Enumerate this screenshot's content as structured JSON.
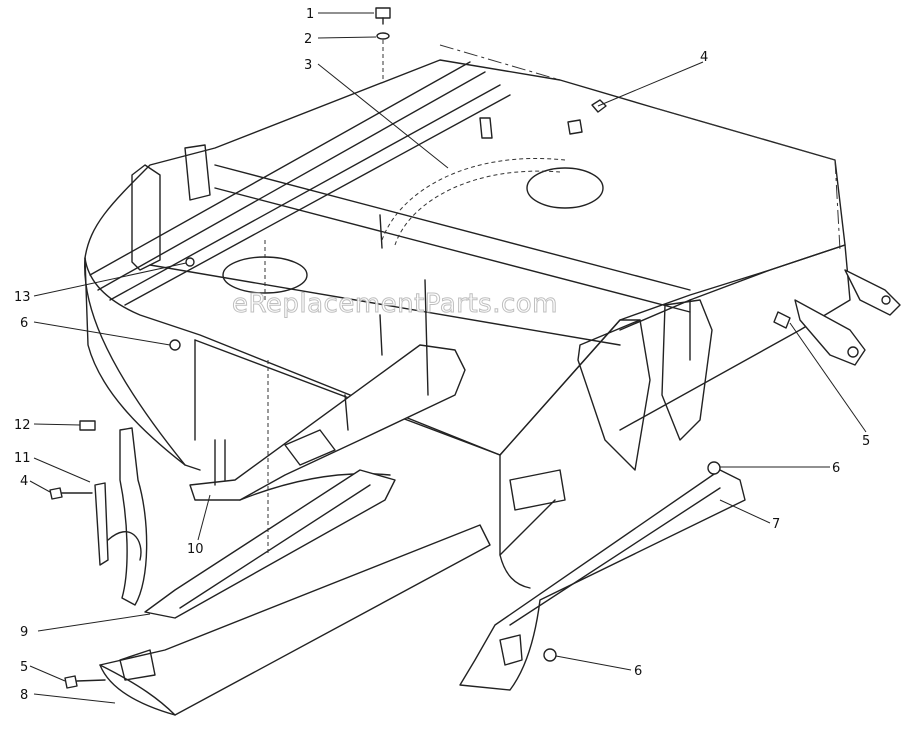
{
  "watermark": "eReplacementParts.com",
  "callouts": {
    "c1": "1",
    "c2": "2",
    "c3": "3",
    "c4a": "4",
    "c13": "13",
    "c6a": "6",
    "c12": "12",
    "c11": "11",
    "c4b": "4",
    "c10": "10",
    "c9": "9",
    "c5a": "5",
    "c8": "8",
    "c5b": "5",
    "c6b": "6",
    "c7": "7",
    "c6c": "6"
  }
}
